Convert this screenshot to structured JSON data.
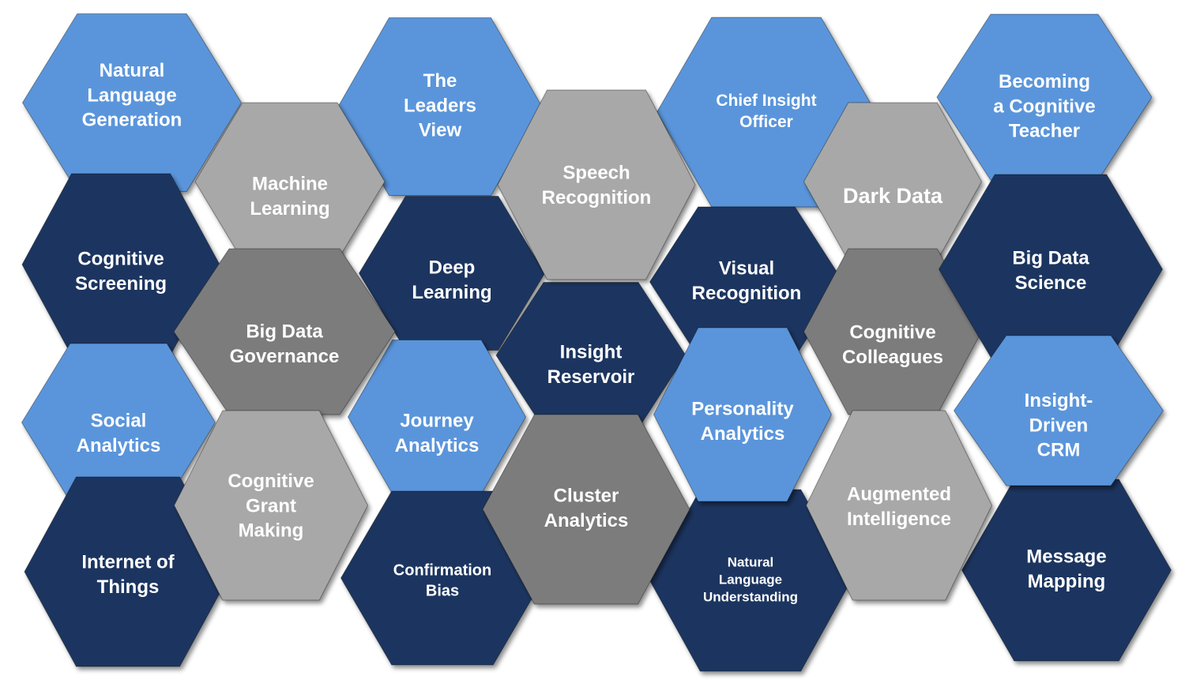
{
  "colors": {
    "light_blue": "#5a95db",
    "dark_blue": "#1b3660",
    "light_gray": "#a8a8a8",
    "mid_gray": "#7c7c7c",
    "text": "#ffffff"
  },
  "hexagons": [
    {
      "id": "natural-language-generation",
      "color": "light_blue",
      "lines": [
        "Natural",
        "Language",
        "Generation"
      ]
    },
    {
      "id": "the-leaders-view",
      "color": "light_blue",
      "lines": [
        "The",
        "Leaders",
        "View"
      ]
    },
    {
      "id": "chief-insight-officer",
      "color": "light_blue",
      "lines": [
        "Chief Insight",
        "Officer"
      ]
    },
    {
      "id": "becoming-a-cognitive-teacher",
      "color": "light_blue",
      "lines": [
        "Becoming",
        "a Cognitive",
        "Teacher"
      ]
    },
    {
      "id": "cognitive-screening",
      "color": "dark_blue",
      "lines": [
        "Cognitive",
        "Screening"
      ]
    },
    {
      "id": "deep-learning",
      "color": "dark_blue",
      "lines": [
        "Deep",
        "Learning"
      ]
    },
    {
      "id": "visual-recognition",
      "color": "dark_blue",
      "lines": [
        "Visual",
        "Recognition"
      ]
    },
    {
      "id": "social-analytics",
      "color": "light_blue",
      "lines": [
        "Social",
        "Analytics"
      ]
    },
    {
      "id": "journey-analytics",
      "color": "light_blue",
      "lines": [
        "Journey",
        "Analytics"
      ]
    },
    {
      "id": "insight-reservoir",
      "color": "dark_blue",
      "lines": [
        "Insight",
        "Reservoir"
      ]
    },
    {
      "id": "internet-of-things",
      "color": "dark_blue",
      "lines": [
        "Internet of",
        "Things"
      ]
    },
    {
      "id": "confirmation-bias",
      "color": "dark_blue",
      "lines": [
        "Confirmation",
        "Bias"
      ]
    },
    {
      "id": "natural-language-understanding",
      "color": "dark_blue",
      "lines": [
        "Natural",
        "Language",
        "Understanding"
      ]
    },
    {
      "id": "message-mapping",
      "color": "dark_blue",
      "lines": [
        "Message",
        "Mapping"
      ]
    },
    {
      "id": "machine-learning",
      "color": "light_gray",
      "lines": [
        "Machine",
        "Learning"
      ]
    },
    {
      "id": "speech-recognition",
      "color": "light_gray",
      "lines": [
        "Speech",
        "Recognition"
      ]
    },
    {
      "id": "dark-data",
      "color": "light_gray",
      "lines": [
        "Dark Data"
      ]
    },
    {
      "id": "big-data-governance",
      "color": "mid_gray",
      "lines": [
        "Big Data",
        "Governance"
      ]
    },
    {
      "id": "cognitive-grant-making",
      "color": "light_gray",
      "lines": [
        "Cognitive",
        "Grant",
        "Making"
      ]
    },
    {
      "id": "personality-analytics",
      "color": "light_blue",
      "lines": [
        "Personality",
        "Analytics"
      ]
    },
    {
      "id": "cognitive-colleagues",
      "color": "mid_gray",
      "lines": [
        "Cognitive",
        "Colleagues"
      ]
    },
    {
      "id": "cluster-analytics",
      "color": "mid_gray",
      "lines": [
        "Cluster",
        "Analytics"
      ]
    },
    {
      "id": "augmented-intelligence",
      "color": "light_gray",
      "lines": [
        "Augmented",
        "Intelligence"
      ]
    },
    {
      "id": "big-data-science",
      "color": "dark_blue",
      "lines": [
        "Big Data",
        "Science"
      ]
    },
    {
      "id": "insight-driven-crm",
      "color": "light_blue",
      "lines": [
        "Insight-",
        "Driven",
        "CRM"
      ]
    }
  ]
}
